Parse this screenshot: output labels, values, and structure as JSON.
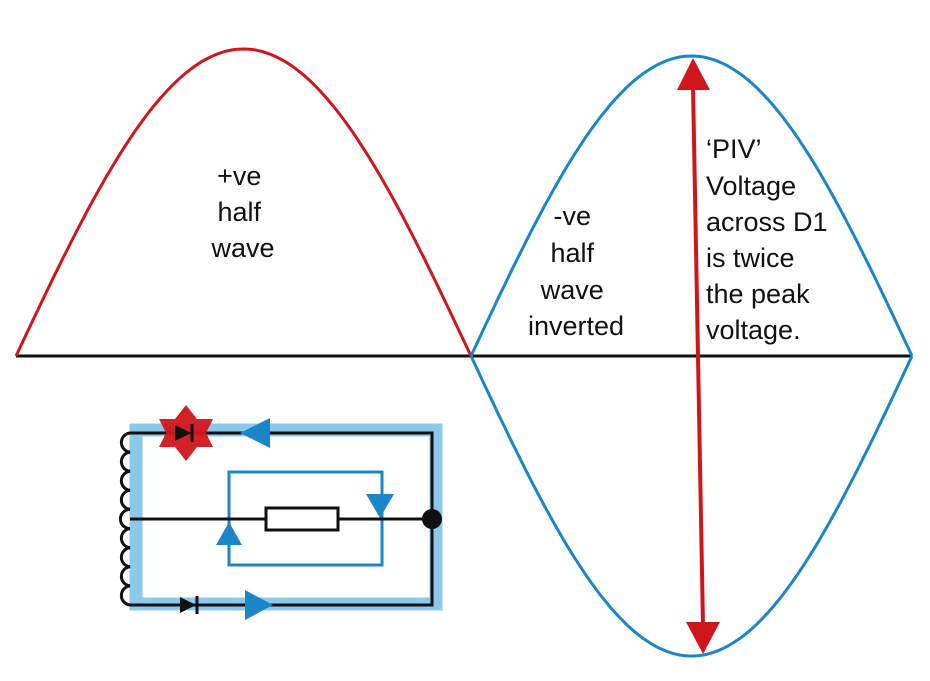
{
  "colors": {
    "positive_wave": "#d0161b",
    "negative_wave": "#1a86c8",
    "axis": "#111111",
    "piv_arrow": "#d0161b",
    "current_path_band": "#8cc8ec",
    "current_arrow": "#1a86c8",
    "fault_star": "#d0161b",
    "wire": "#111111"
  },
  "labels": {
    "positive_half": [
      "+ve",
      "half",
      "wave"
    ],
    "negative_half": [
      "-ve",
      "half",
      "wave",
      "inverted"
    ],
    "piv_note": [
      "‘PIV’",
      "Voltage",
      "across D1",
      "is twice",
      "the peak",
      "voltage."
    ]
  },
  "circuit": {
    "components": [
      "transformer-secondary-coil",
      "diode-D1",
      "diode-D2",
      "load-resistor",
      "junction-node"
    ],
    "fault_marker": "D1"
  }
}
